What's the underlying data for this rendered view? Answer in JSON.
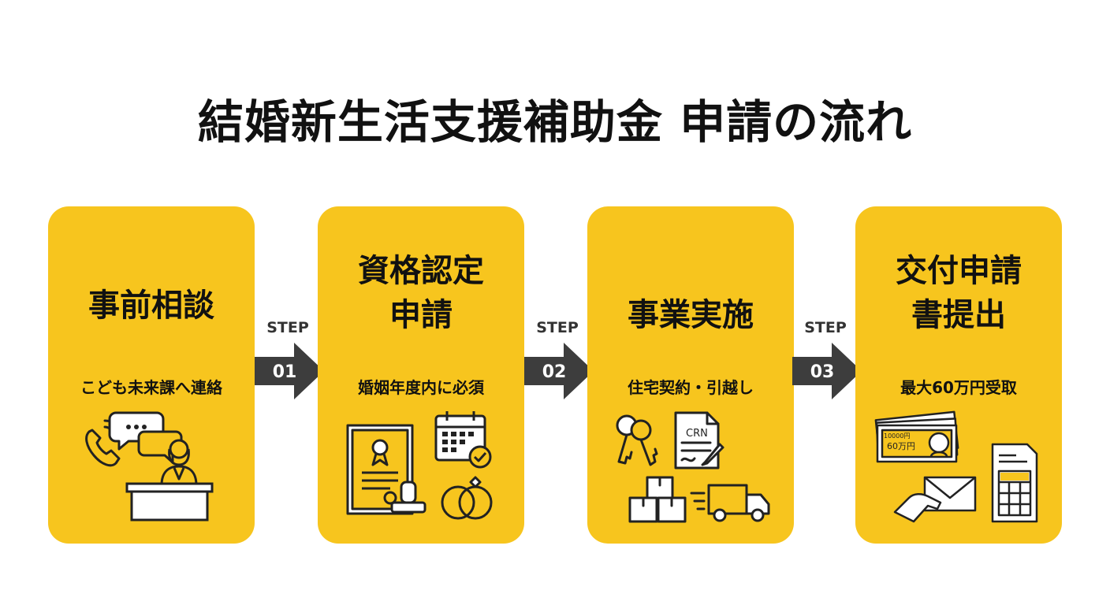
{
  "title": "結婚新生活支援補助金 申請の流れ",
  "step_prefix": "STEP",
  "steps": [
    {
      "title_lines": [
        "事前相談"
      ],
      "subtitle": "こども未来課へ連絡"
    },
    {
      "title_lines": [
        "資格認定",
        "申請"
      ],
      "subtitle": "婚姻年度内に必須"
    },
    {
      "title_lines": [
        "事業実施"
      ],
      "subtitle": "住宅契約・引越し"
    },
    {
      "title_lines": [
        "交付申請",
        "書提出"
      ],
      "subtitle": "最大60万円受取"
    }
  ],
  "connectors": [
    {
      "number": "01"
    },
    {
      "number": "02"
    },
    {
      "number": "03"
    }
  ],
  "icon_text": {
    "contract": "CRN",
    "banknote_small": "10000円",
    "banknote_amount": "60万円"
  },
  "colors": {
    "card": "#f7c51e",
    "arrow": "#3d3d3d",
    "text": "#111111"
  }
}
